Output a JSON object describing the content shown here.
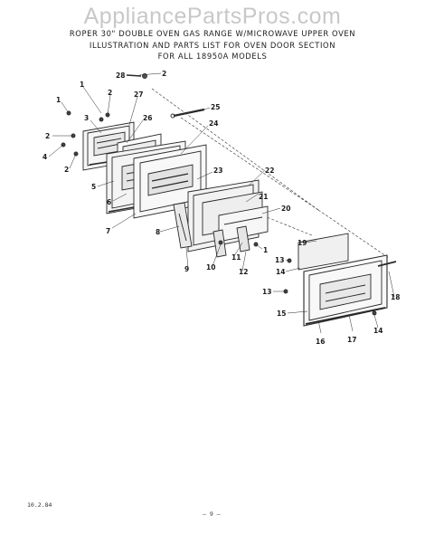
{
  "watermark": "AppliancePartsPros.com",
  "header": {
    "line1": "ROPER 30\" DOUBLE OVEN GAS RANGE W/MICROWAVE UPPER OVEN",
    "line2": "ILLUSTRATION AND PARTS LIST FOR OVEN DOOR SECTION",
    "line3": "FOR ALL 18950A MODELS"
  },
  "footer": {
    "date": "10.2.84",
    "page": "— 9 —"
  },
  "callouts": {
    "c1a": "1",
    "c1b": "1",
    "c2a": "2",
    "c2b": "2",
    "c2c": "2",
    "c2d": "2",
    "c3": "3",
    "c4": "4",
    "c5": "5",
    "c6": "6",
    "c7": "7",
    "c8": "8",
    "c9": "9",
    "c10": "10",
    "c11": "11",
    "c12": "12",
    "c13a": "13",
    "c13b": "13",
    "c14a": "14",
    "c14b": "14",
    "c15": "15",
    "c16": "16",
    "c17": "17",
    "c18": "18",
    "c19": "19",
    "c20": "20",
    "c21": "21",
    "c22": "22",
    "c23": "23",
    "c24": "24",
    "c25": "25",
    "c26": "26",
    "c27": "27",
    "c28": "28"
  }
}
